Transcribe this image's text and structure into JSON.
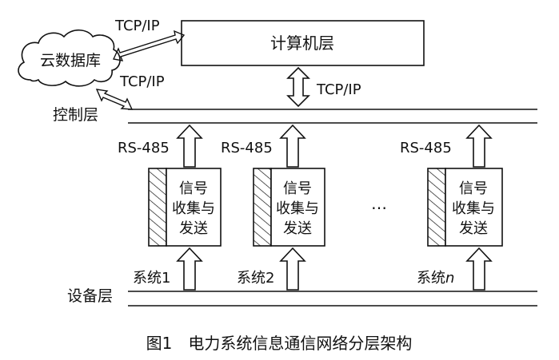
{
  "cloud": {
    "label": "云数据库"
  },
  "computer_layer": {
    "label": "计算机层"
  },
  "labels": {
    "tcp_cloud_to_computer": "TCP/IP",
    "tcp_cloud_to_control": "TCP/IP",
    "tcp_computer_to_control": "TCP/IP",
    "control_layer": "控制层",
    "device_layer": "设备层",
    "ellipsis": "…"
  },
  "units": [
    {
      "rs_label": "RS-485",
      "box_lines": [
        "信号",
        "收集与",
        "发送"
      ],
      "system_label": "系统1"
    },
    {
      "rs_label": "RS-485",
      "box_lines": [
        "信号",
        "收集与",
        "发送"
      ],
      "system_label": "系统2"
    },
    {
      "rs_label": "RS-485",
      "box_lines": [
        "信号",
        "收集与",
        "发送"
      ],
      "system_label": "系统",
      "system_label_italic": "n"
    }
  ],
  "caption": "图1　电力系统信息通信网络分层架构",
  "colors": {
    "stroke": "#111111",
    "background": "#ffffff"
  }
}
